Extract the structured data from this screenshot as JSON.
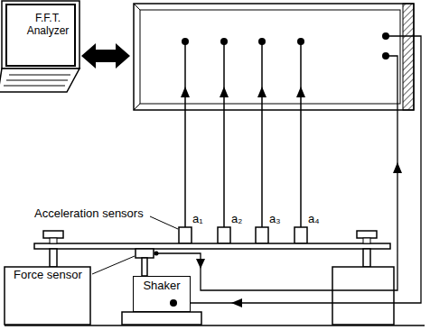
{
  "diagram": {
    "nodes": [
      {
        "text": [
          "F.F.T. Analyzer"
        ]
      },
      {
        "text": [
          "Shaker"
        ]
      }
    ],
    "labels": [
      "Acceleration sensors",
      "a₁",
      "a₂",
      "a₃",
      "a₄",
      "Force sensor"
    ]
  }
}
